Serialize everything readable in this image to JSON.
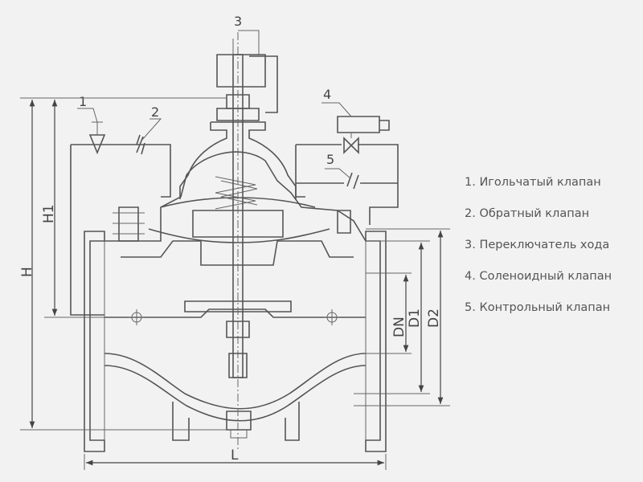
{
  "callouts": [
    "1",
    "2",
    "3",
    "4",
    "5"
  ],
  "dimensions": {
    "H": "H",
    "H1": "H1",
    "L": "L",
    "DN": "DN",
    "D1": "D1",
    "D2": "D2"
  },
  "legend": [
    "1. Игольчатый клапан",
    "2. Обратный клапан",
    "3. Переключатель хода",
    "4. Соленоидный клапан",
    "5. Контрольный клапан"
  ]
}
